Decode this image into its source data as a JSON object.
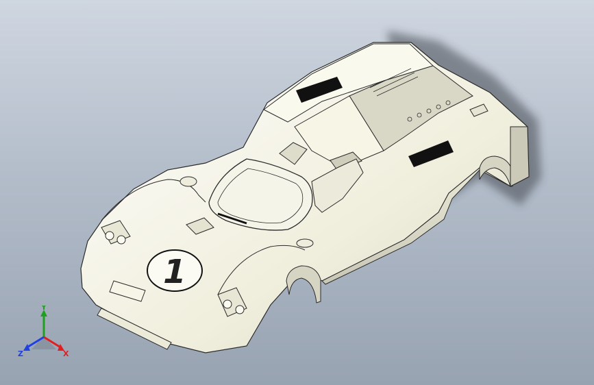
{
  "model": {
    "race_number": "1"
  },
  "triad": {
    "x_label": "X",
    "y_label": "Y",
    "z_label": "Z",
    "x_color": "#e02020",
    "y_color": "#20a020",
    "z_color": "#2040e0"
  },
  "colors": {
    "body": "#f3f1df",
    "shade": "#d4d2c0",
    "outline": "#2a2a2a",
    "vent": "#111111"
  }
}
